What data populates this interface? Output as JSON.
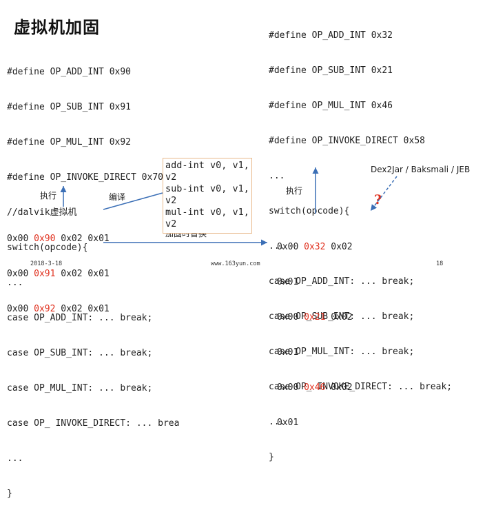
{
  "title": "虚拟机加固",
  "left_code": [
    "#define OP_ADD_INT 0x90",
    "#define OP_SUB_INT 0x91",
    "#define OP_MUL_INT 0x92",
    "#define OP_INVOKE_DIRECT 0x70",
    "//dalvik虚拟机",
    "switch(opcode){",
    "...",
    "case OP_ADD_INT: ... break;",
    "case OP_SUB_INT: ... break;",
    "case OP_MUL_INT: ... break;",
    "case OP_ INVOKE_DIRECT: ... brea",
    "...",
    "}"
  ],
  "left_hex": [
    {
      "a": "0x00 ",
      "op": "0x90",
      "b": " 0x02 0x01"
    },
    {
      "a": "0x00 ",
      "op": "0x91",
      "b": " 0x02 0x01"
    },
    {
      "a": "0x00 ",
      "op": "0x92",
      "b": " 0x02 0x01"
    }
  ],
  "labels": {
    "execute_left": "执行",
    "compile": "编译",
    "replace": "加固时替换",
    "execute_right": "执行",
    "tools": "Dex2Jar / Baksmali / JEB",
    "question": "?"
  },
  "popup_lines": [
    "add-int v0, v1,",
    "v2",
    "sub-int v0, v1,",
    "v2",
    "mul-int v0, v1,",
    "v2"
  ],
  "right_code": [
    "#define OP_ADD_INT 0x32",
    "#define OP_SUB_INT 0x21",
    "#define OP_MUL_INT 0x46",
    "#define OP_INVOKE_DIRECT 0x58",
    "...",
    "switch(opcode){",
    "...",
    "case OP_ADD_INT: ... break;",
    "case OP_SUB_INT: ... break;",
    "case OP_MUL_INT: ... break;",
    "case OP_ INVOKE_DIRECT: ... break;",
    "...",
    "}"
  ],
  "right_hex": [
    {
      "a": "0x00 ",
      "op": "0x32",
      "b": " 0x02"
    },
    {
      "a": "0x01",
      "op": "",
      "b": ""
    },
    {
      "a": "0x00 ",
      "op": "0x21",
      "b": " 0x02"
    },
    {
      "a": "0x01",
      "op": "",
      "b": ""
    },
    {
      "a": "0x00 ",
      "op": "0x46",
      "b": " 0x02"
    },
    {
      "a": "0x01",
      "op": "",
      "b": ""
    }
  ],
  "footer": {
    "date": "2018-3-18",
    "url": "www.163yun.com",
    "page": "18"
  },
  "colors": {
    "highlight": "#e0301e",
    "arrow": "#3b6fb6",
    "popup_border": "#e8b88a"
  }
}
